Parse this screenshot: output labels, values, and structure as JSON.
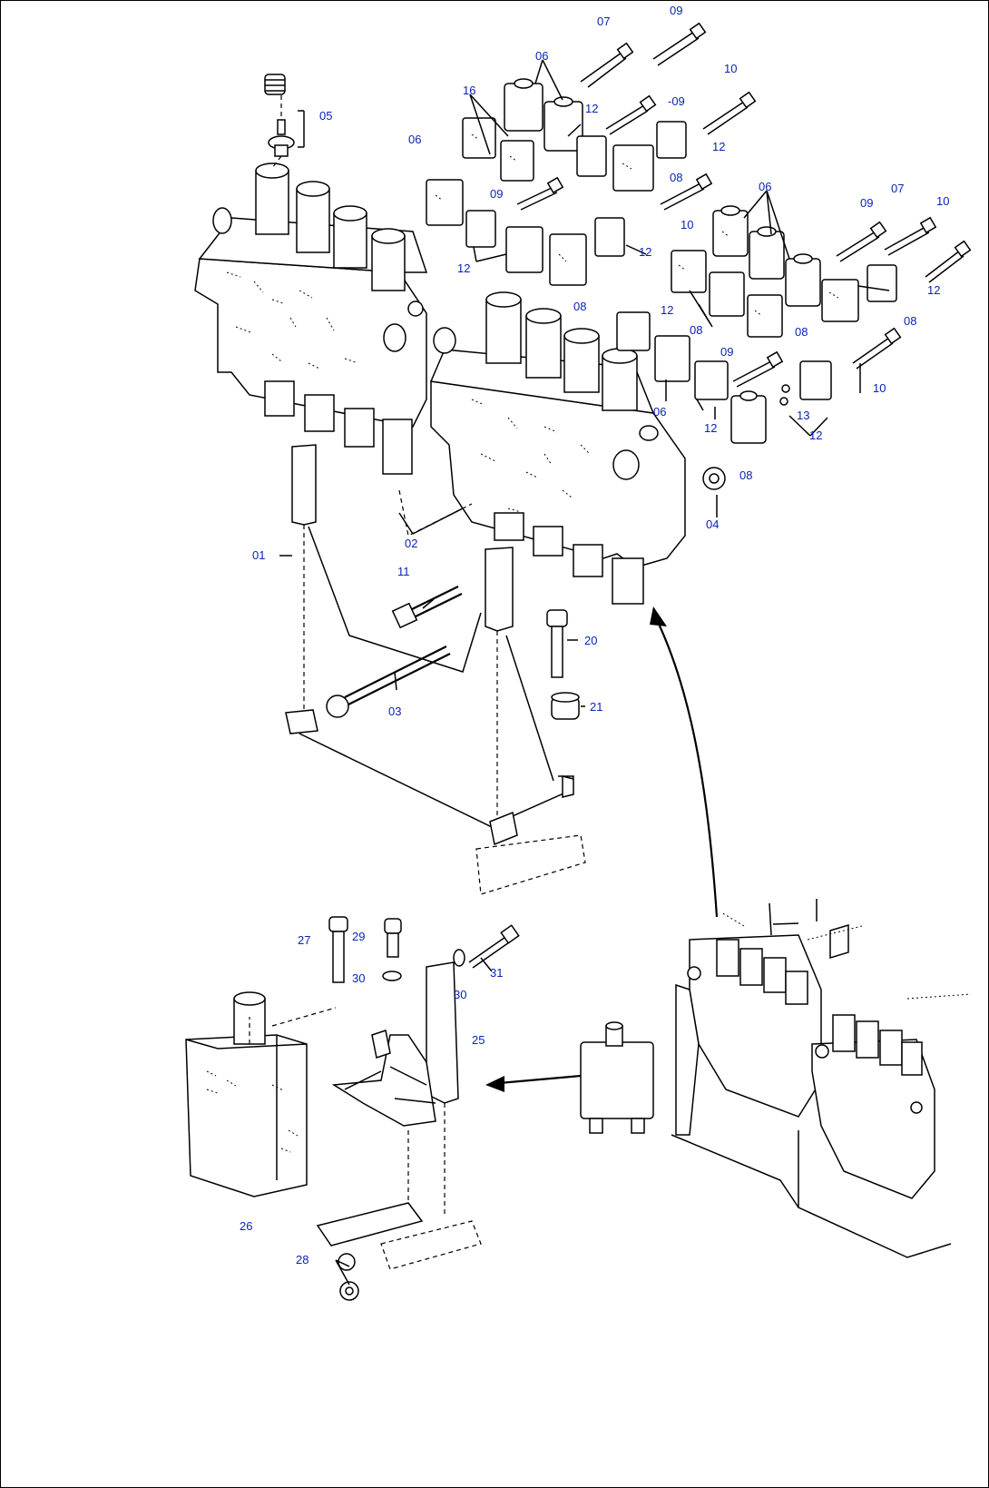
{
  "labels": {
    "l01": "01",
    "l02": "02",
    "l03": "03",
    "l04": "04",
    "l05": "05",
    "l06a": "06",
    "l06b": "06",
    "l06c": "06",
    "l06d": "06",
    "l07a": "07",
    "l07b": "07",
    "l08a": "08",
    "l08b": "08",
    "l08c": "08",
    "l08d": "08",
    "l08e": "08",
    "l08f": "08",
    "l09a": "09",
    "l09b": "-09",
    "l09c": "09",
    "l09d": "09",
    "l09e": "09",
    "l10a": "10",
    "l10b": "10",
    "l10c": "10",
    "l10d": "10",
    "l11": "11",
    "l12a": "12",
    "l12b": "12",
    "l12c": "12",
    "l12d": "12",
    "l12e": "12",
    "l12f": "12",
    "l12g": "12",
    "l12h": "12",
    "l13": "13",
    "l16": "16",
    "l20": "20",
    "l21": "21",
    "l25": "25",
    "l26": "26",
    "l27": "27",
    "l28": "28",
    "l29": "29",
    "l30a": "30",
    "l30b": "30",
    "l31": "31"
  },
  "colors": {
    "label": "#0a24b4",
    "line": "#000000",
    "background": "#ffffff"
  }
}
